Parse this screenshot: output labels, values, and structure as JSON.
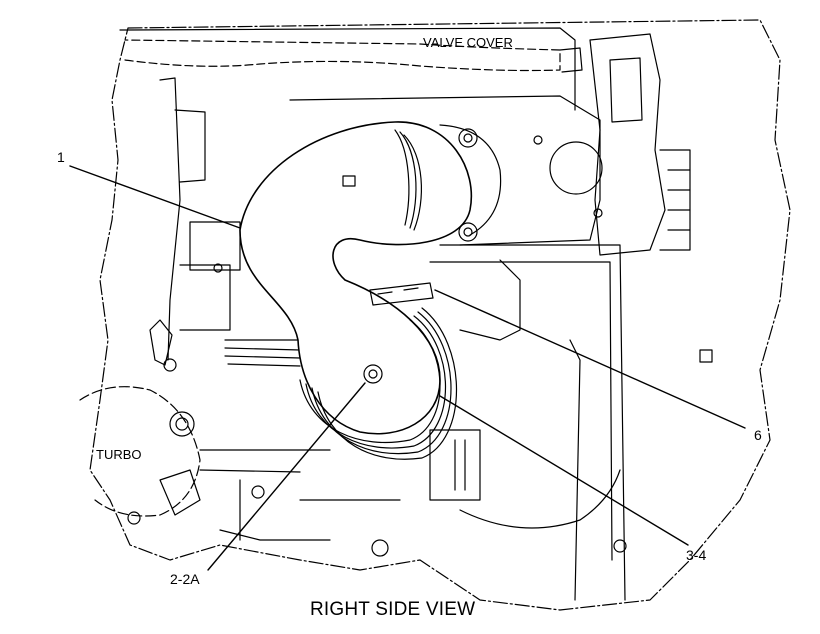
{
  "diagram": {
    "title": "RIGHT SIDE VIEW",
    "labels": {
      "valve_cover": "VALVE COVER",
      "turbo": "TURBO"
    },
    "callouts": [
      {
        "id": "c1",
        "text": "1"
      },
      {
        "id": "c2",
        "text": "2-2A"
      },
      {
        "id": "c3",
        "text": "3-4"
      },
      {
        "id": "c6",
        "text": "6"
      }
    ],
    "colors": {
      "line": "#000000",
      "background": "#ffffff"
    }
  }
}
